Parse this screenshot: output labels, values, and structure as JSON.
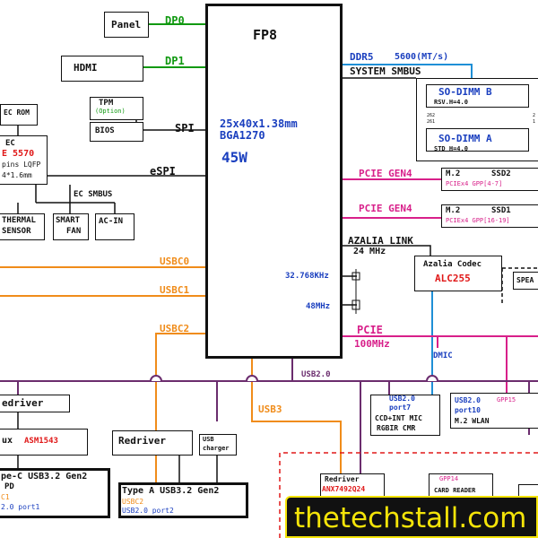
{
  "cpu": {
    "name": "FP8",
    "size": "25x40x1.38mm",
    "package": "BGA1270",
    "tdp": "45W",
    "xtal1": "32.768KHz",
    "xtal2": "48MHz"
  },
  "panel": {
    "label": "Panel",
    "bus": "DP0"
  },
  "hdmi": {
    "label": "HDMI",
    "bus": "DP1"
  },
  "tpm": {
    "label": "TPM",
    "sub": "(Option)"
  },
  "bios": {
    "label": "BIOS",
    "bus": "SPI"
  },
  "ec_rom": {
    "label": "EC ROM"
  },
  "ec": {
    "line1": "EC",
    "part": "E 5570",
    "line3": "pins LQFP",
    "line4": "4*1.6mm",
    "bus": "eSPI",
    "smbus": "EC SMBUS"
  },
  "thermal": {
    "line1": "THERMAL",
    "line2": "SENSOR"
  },
  "smart_fan": {
    "line1": "SMART",
    "line2": "FAN"
  },
  "ac_in": {
    "label": "AC-IN"
  },
  "memory": {
    "bus": "DDR5",
    "speed": "5600(MT/s)",
    "smbus": "SYSTEM SMBUS",
    "dimm_b": "SO-DIMM B",
    "dimm_b_sub": "RSV.H=4.0",
    "dimm_a": "SO-DIMM A",
    "dimm_a_sub": "STD H=4.0",
    "pin_top1": "262",
    "pin_top2": "261",
    "pin_bot1": "2",
    "pin_bot2": "1"
  },
  "ssd2": {
    "bus": "PCIE GEN4",
    "label": "M.2",
    "name": "SSD2",
    "sub": "PCIEx4 GPP[4-7]"
  },
  "ssd1": {
    "bus": "PCIE GEN4",
    "label": "M.2",
    "name": "SSD1",
    "sub": "PCIEx4 GPP[16-19]"
  },
  "audio": {
    "bus": "AZALIA LINK",
    "freq": "24 MHz",
    "codec": "Azalia Codec",
    "part": "ALC255",
    "speaker": "SPEA",
    "dmic": "DMIC"
  },
  "pcie": {
    "bus": "PCIE",
    "freq": "100MHz"
  },
  "usb": {
    "usbc0": "USBC0",
    "usbc1": "USBC1",
    "usbc2": "USBC2",
    "usb20": "USB2.0",
    "usb3": "USB3"
  },
  "redriver1": {
    "label": "edriver"
  },
  "mux": {
    "label": "ux",
    "part": "ASM1543"
  },
  "typec": {
    "line1": "pe-C USB3.2 Gen2",
    "line2": "PD",
    "line3": "C1",
    "line4": "2.0 port1"
  },
  "redriver2": {
    "label": "Redriver"
  },
  "usb_charger": {
    "line1": "USB",
    "line2": "charger"
  },
  "typea": {
    "line1": "Type A USB3.2 Gen2",
    "line2": "USBC2",
    "line3": "USB2.0 port2"
  },
  "camera": {
    "line1": "USB2.0",
    "line2": "port7",
    "line3": "CCD+INT MIC",
    "line4": "RGBIR CMR"
  },
  "wlan": {
    "line1": "USB2.0",
    "gpp": "GPP15",
    "line2": "port10",
    "line3": "M.2 WLAN"
  },
  "redriver3": {
    "label": "Redriver",
    "part": "ANX7492Q24"
  },
  "card_reader": {
    "gpp": "GPP14",
    "label": "CARD READER"
  },
  "watermark": {
    "text": "thetechstall.com"
  }
}
